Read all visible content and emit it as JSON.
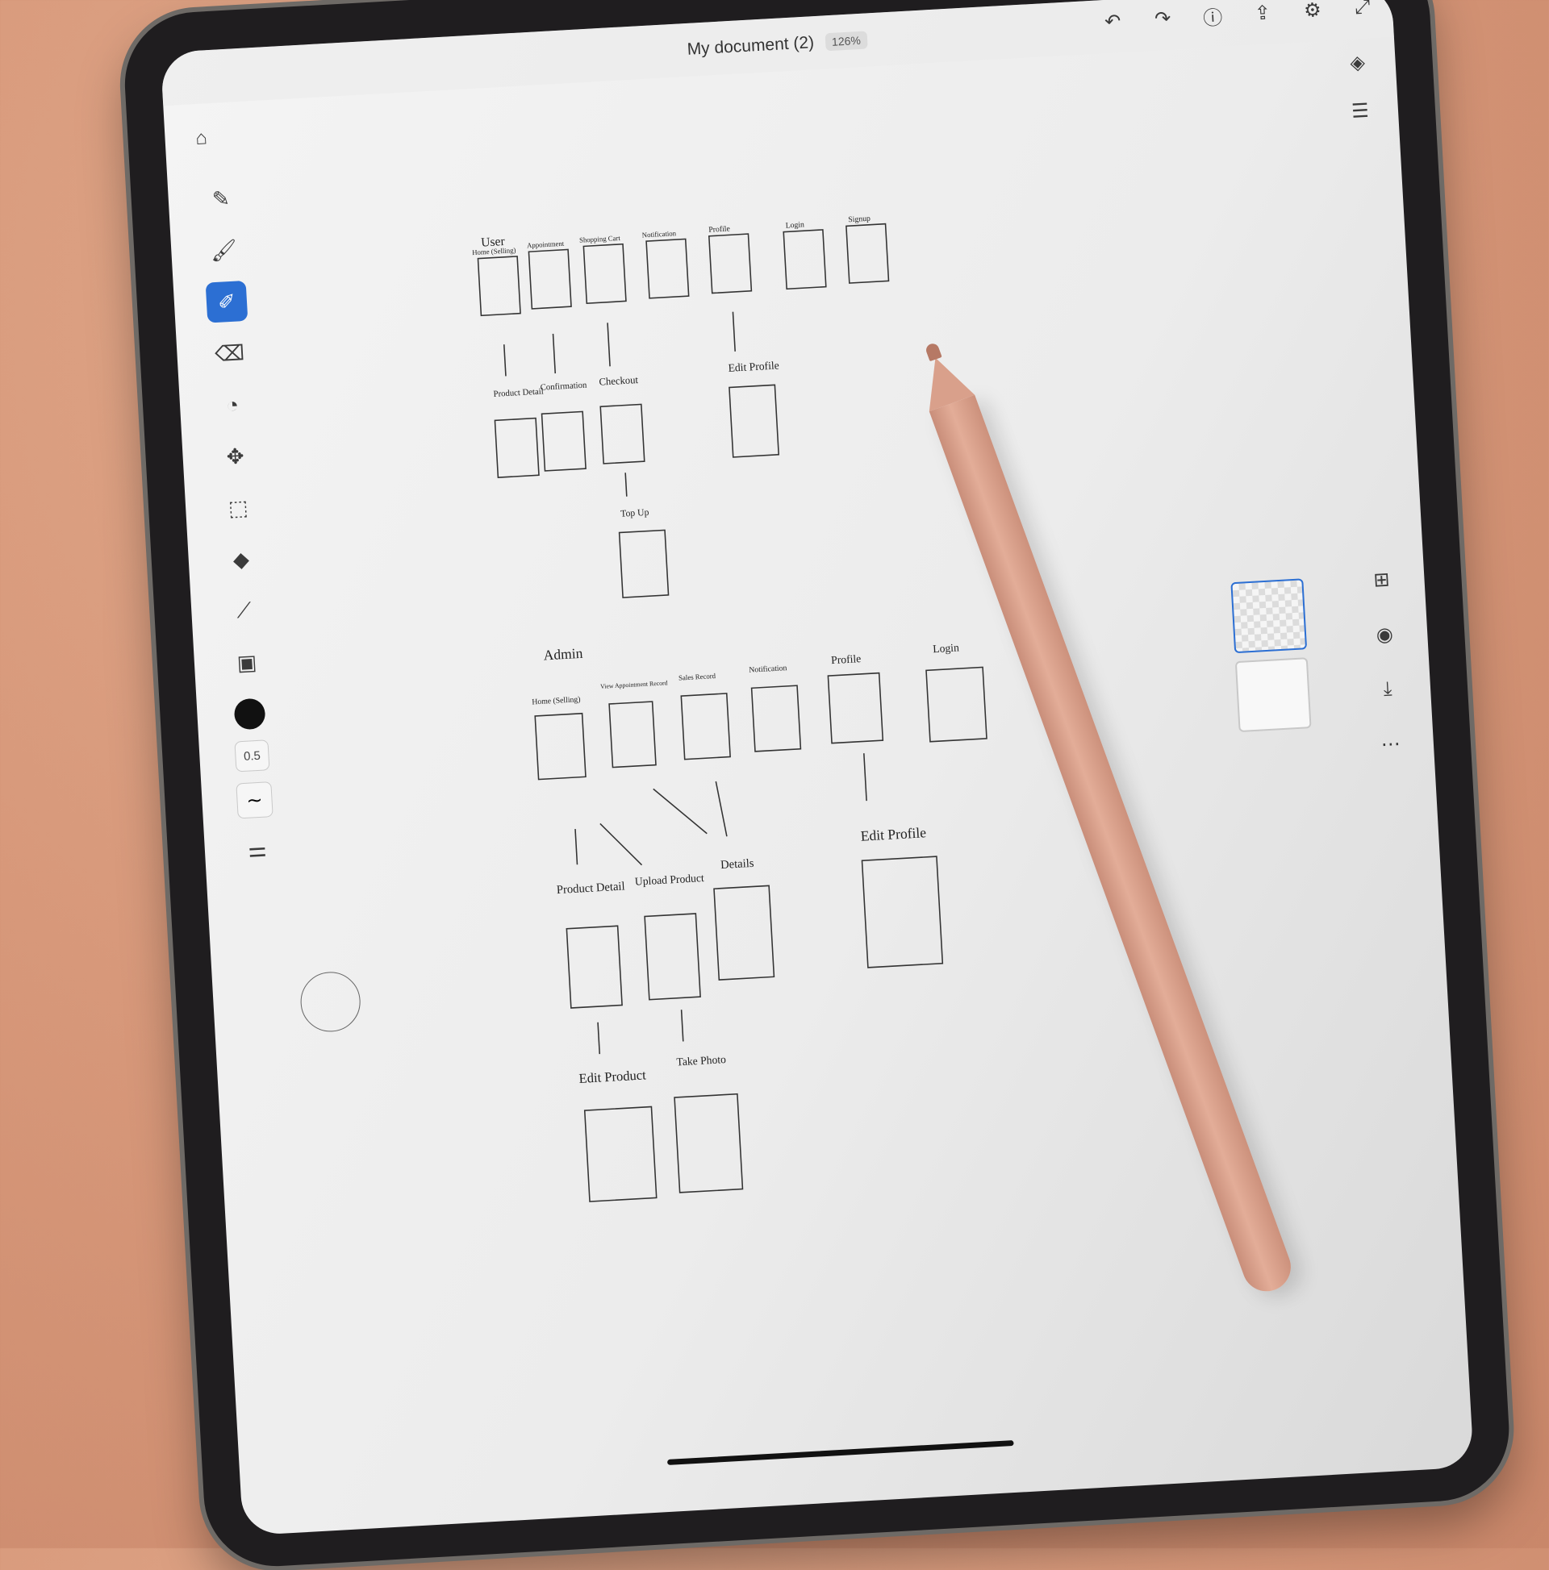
{
  "app": {
    "document_title": "My document (2)",
    "zoom": "126%"
  },
  "toolbar": {
    "brush_size": "0.5"
  },
  "sketch": {
    "user_section": {
      "heading": "User",
      "screens": [
        "Home (Selling)",
        "Appointment",
        "Shopping Cart",
        "Notification",
        "Profile",
        "Login",
        "Signup"
      ],
      "sub_screens": [
        "Product Detail",
        "Confirmation",
        "Checkout",
        "Edit Profile",
        "Top Up"
      ]
    },
    "admin_section": {
      "heading": "Admin",
      "screens": [
        "Home (Selling)",
        "View Appointment Record",
        "Sales Record",
        "Notification",
        "Profile",
        "Login"
      ],
      "sub_screens": [
        "Product Detail",
        "Upload Product",
        "Details",
        "Edit Profile",
        "Edit Product",
        "Take Photo"
      ]
    }
  },
  "icons": {
    "home": "home-icon",
    "undo": "undo-icon",
    "redo": "redo-icon",
    "help": "help-icon",
    "share": "share-icon",
    "settings": "gear-icon",
    "fullscreen": "fullscreen-icon",
    "layers": "layers-icon",
    "adjust": "sliders-icon"
  },
  "colors": {
    "accent": "#2c6fd3",
    "brush_color": "#111111"
  }
}
